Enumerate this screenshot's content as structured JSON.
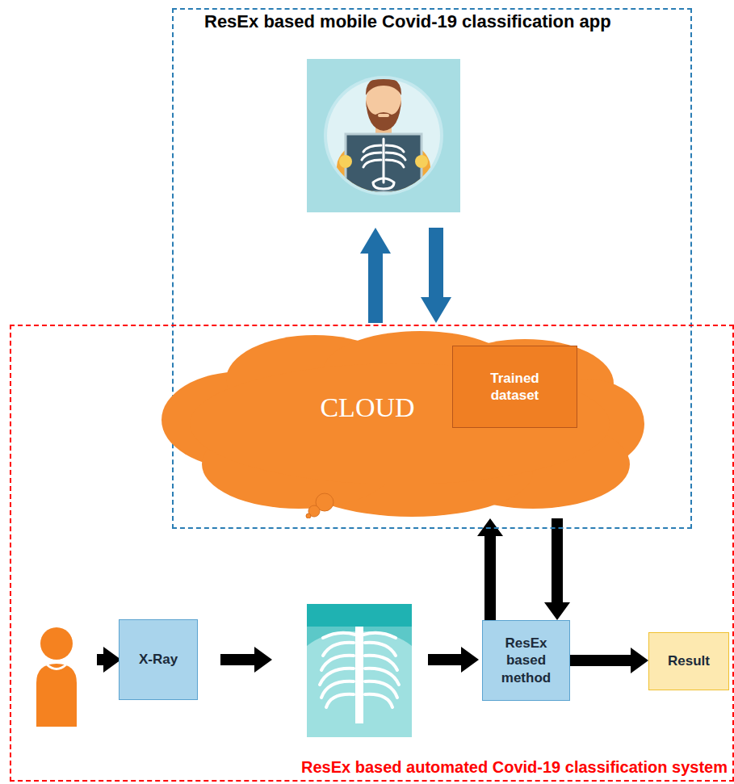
{
  "diagram": {
    "nodes": [
      {
        "text": [
          "ResEx based mobile Covid-19 classification app"
        ]
      },
      {
        "text": [
          "ResEx based automated Covid-19 classification system"
        ]
      },
      {
        "text": [
          "CLOUD"
        ],
        "in": 1
      },
      {
        "text": [
          "Trained dataset"
        ],
        "in": 2
      },
      {
        "text": [
          "X-Ray"
        ],
        "in": 1
      },
      {
        "text": [
          "ResEx based method"
        ],
        "in": 1
      },
      {
        "text": [
          "Result"
        ],
        "in": 1
      }
    ],
    "edges": [
      {
        "from": 5,
        "to": 2,
        "arrow": "to"
      },
      {
        "from": 2,
        "to": 5,
        "arrow": "to"
      },
      {
        "from": 5,
        "to": 6,
        "arrow": "to"
      }
    ]
  }
}
